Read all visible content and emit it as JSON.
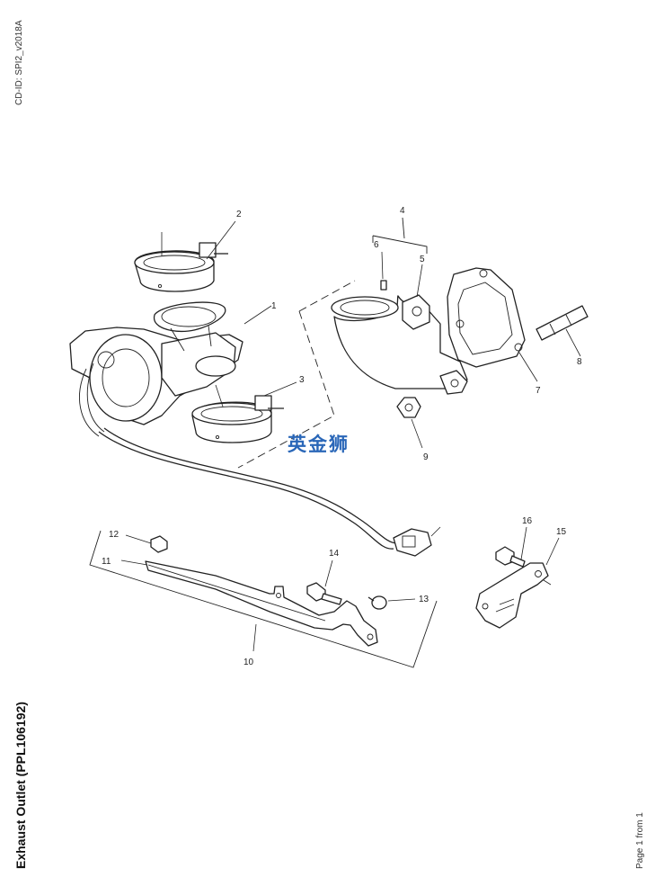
{
  "document": {
    "cd_id": "CD-ID: SPI2_v2018A",
    "title": "Exhaust Outlet (PPL106192)",
    "page": "Page 1 from 1",
    "watermark": "英金狮"
  },
  "callouts": [
    "1",
    "2",
    "3",
    "4",
    "5",
    "6",
    "7",
    "8",
    "9",
    "10",
    "11",
    "12",
    "13",
    "14",
    "15",
    "16"
  ]
}
